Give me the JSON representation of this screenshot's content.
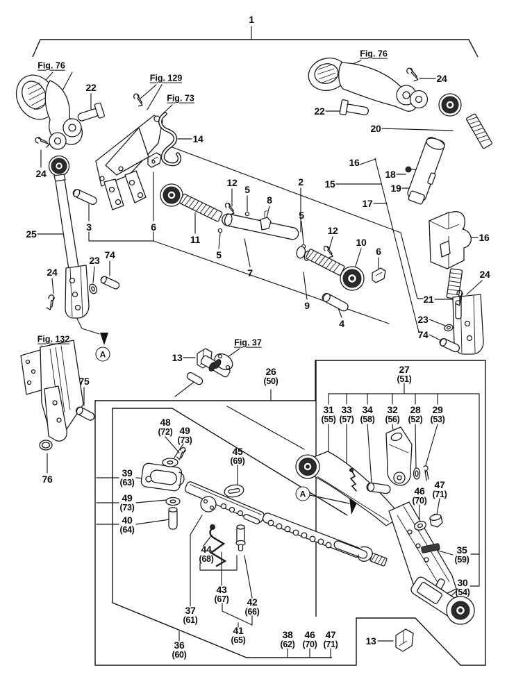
{
  "figure_type": "exploded-parts-diagram",
  "colors": {
    "line": "#1a1a1a",
    "background": "#ffffff",
    "dark_fill": "#2b2b2b"
  },
  "view_marker": "A",
  "fig_refs": {
    "fig37": "Fig. 37",
    "fig73": "Fig. 73",
    "fig76": "Fig. 76",
    "fig129": "Fig. 129",
    "fig132": "Fig. 132"
  },
  "callouts": {
    "n1": "1",
    "n2": "2",
    "n3": "3",
    "n4": "4",
    "n5": "5",
    "n6": "6",
    "n7": "7",
    "n8": "8",
    "n9": "9",
    "n10": "10",
    "n11": "11",
    "n12": "12",
    "n13": "13",
    "n14": "14",
    "n15": "15",
    "n16": "16",
    "n17": "17",
    "n18": "18",
    "n19": "19",
    "n20": "20",
    "n21": "21",
    "n22": "22",
    "n23": "23",
    "n24": "24",
    "n25": "25",
    "n74": "74",
    "n75": "75",
    "n76": "76",
    "n26": [
      "26",
      "(50)"
    ],
    "n27": [
      "27",
      "(51)"
    ],
    "n28": [
      "28",
      "(52)"
    ],
    "n29": [
      "29",
      "(53)"
    ],
    "n30": [
      "30",
      "(54)"
    ],
    "n31": [
      "31",
      "(55)"
    ],
    "n32": [
      "32",
      "(56)"
    ],
    "n33": [
      "33",
      "(57)"
    ],
    "n34": [
      "34",
      "(58)"
    ],
    "n35": [
      "35",
      "(59)"
    ],
    "n36": [
      "36",
      "(60)"
    ],
    "n37": [
      "37",
      "(61)"
    ],
    "n38": [
      "38",
      "(62)"
    ],
    "n39": [
      "39",
      "(63)"
    ],
    "n40": [
      "40",
      "(64)"
    ],
    "n41": [
      "41",
      "(65)"
    ],
    "n42": [
      "42",
      "(66)"
    ],
    "n43": [
      "43",
      "(67)"
    ],
    "n44": [
      "44",
      "(68)"
    ],
    "n45": [
      "45",
      "(69)"
    ],
    "n46": [
      "46",
      "(70)"
    ],
    "n47": [
      "47",
      "(71)"
    ],
    "n48": [
      "48",
      "(72)"
    ],
    "n49": [
      "49",
      "(73)"
    ]
  }
}
